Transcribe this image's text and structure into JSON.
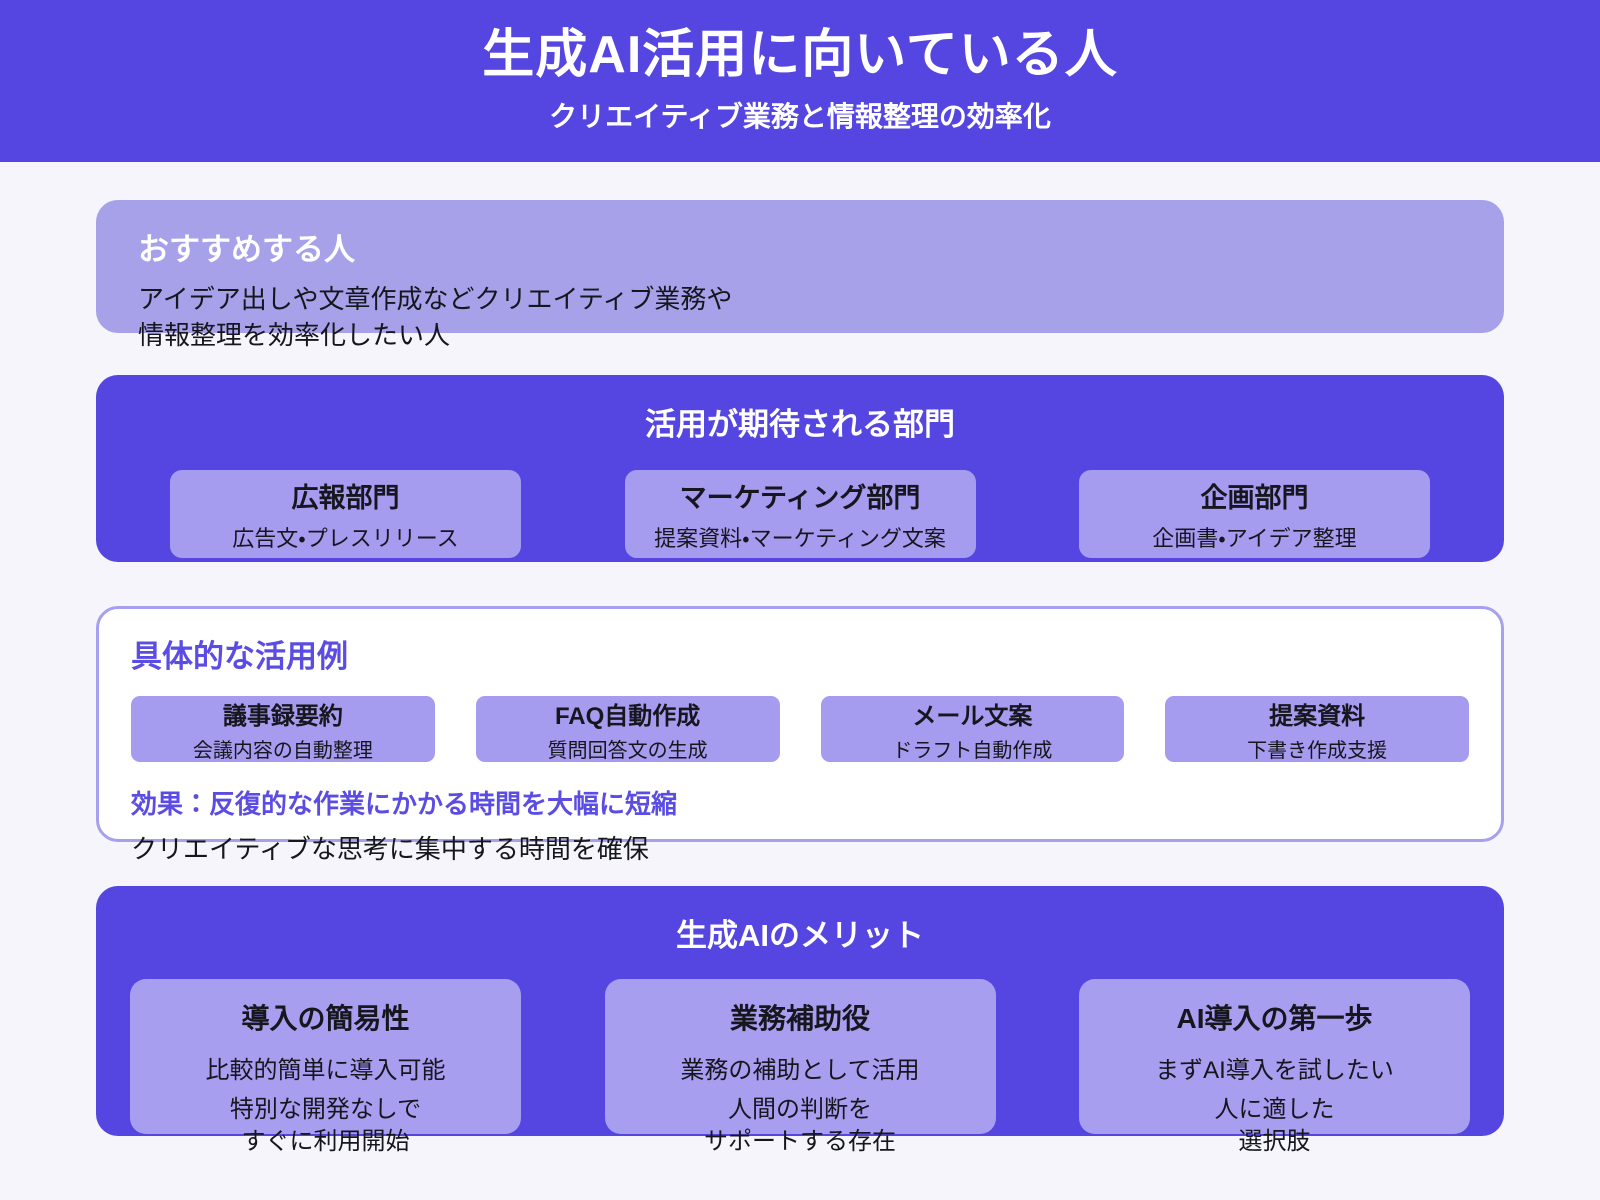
{
  "header": {
    "title": "生成AI活用に向いている人",
    "subtitle": "クリエイティブ業務と情報整理の効率化"
  },
  "recommend": {
    "heading": "おすすめする人",
    "line1": "アイデア出しや文章作成などクリエイティブ業務や",
    "line2": "情報整理を効率化したい人"
  },
  "departments": {
    "heading": "活用が期待される部門",
    "cards": [
      {
        "title": "広報部門",
        "desc": "広告文・プレスリリース"
      },
      {
        "title": "マーケティング部門",
        "desc": "提案資料・マーケティング文案"
      },
      {
        "title": "企画部門",
        "desc": "企画書・アイデア整理"
      }
    ]
  },
  "use_cases": {
    "heading": "具体的な活用例",
    "cards": [
      {
        "title": "議事録要約",
        "desc": "会議内容の自動整理"
      },
      {
        "title": "FAQ自動作成",
        "desc": "質問回答文の生成"
      },
      {
        "title": "メール文案",
        "desc": "ドラフト自動作成"
      },
      {
        "title": "提案資料",
        "desc": "下書き作成支援"
      }
    ],
    "effect": "効果：反復的な作業にかかる時間を大幅に短縮",
    "effect_sub": "クリエイティブな思考に集中する時間を確保"
  },
  "merits": {
    "heading": "生成AIのメリット",
    "cards": [
      {
        "title": "導入の簡易性",
        "line1": "比較的簡単に導入可能",
        "line2": "特別な開発なしで",
        "line3": "すぐに利用開始"
      },
      {
        "title": "業務補助役",
        "line1": "業務の補助として活用",
        "line2": "人間の判断を",
        "line3": "サポートする存在"
      },
      {
        "title": "AI導入の第一歩",
        "line1": "まずAI導入を試したい",
        "line2": "人に適した",
        "line3": "選択肢"
      }
    ]
  },
  "colors": {
    "accent_purple": "#5546e2",
    "light_purple_card": "#a69cef",
    "panel_light_purple": "#a6a1e8",
    "page_background": "#f6f5fb",
    "heading_purple_text": "#5b4ce4",
    "dark_text": "#16161f"
  }
}
